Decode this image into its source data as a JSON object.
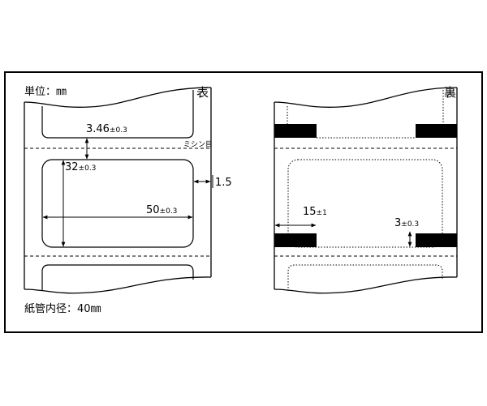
{
  "header": {
    "unit_label": "単位：㎜"
  },
  "front": {
    "title": "表",
    "gap": {
      "value": "3.46",
      "tol": "±0.3"
    },
    "perforation": "ミシン目",
    "height": {
      "value": "32",
      "tol": "±0.3"
    },
    "width": {
      "value": "50",
      "tol": "±0.3"
    },
    "side_margin": "1.5"
  },
  "back": {
    "title": "裏",
    "mark_offset": {
      "value": "15",
      "tol": "±1"
    },
    "mark_height": {
      "value": "3",
      "tol": "±0.3"
    }
  },
  "footer": {
    "core_diameter": "紙管内径：40㎜"
  },
  "colors": {
    "line": "#000000",
    "mark": "#000000",
    "background": "#ffffff"
  }
}
